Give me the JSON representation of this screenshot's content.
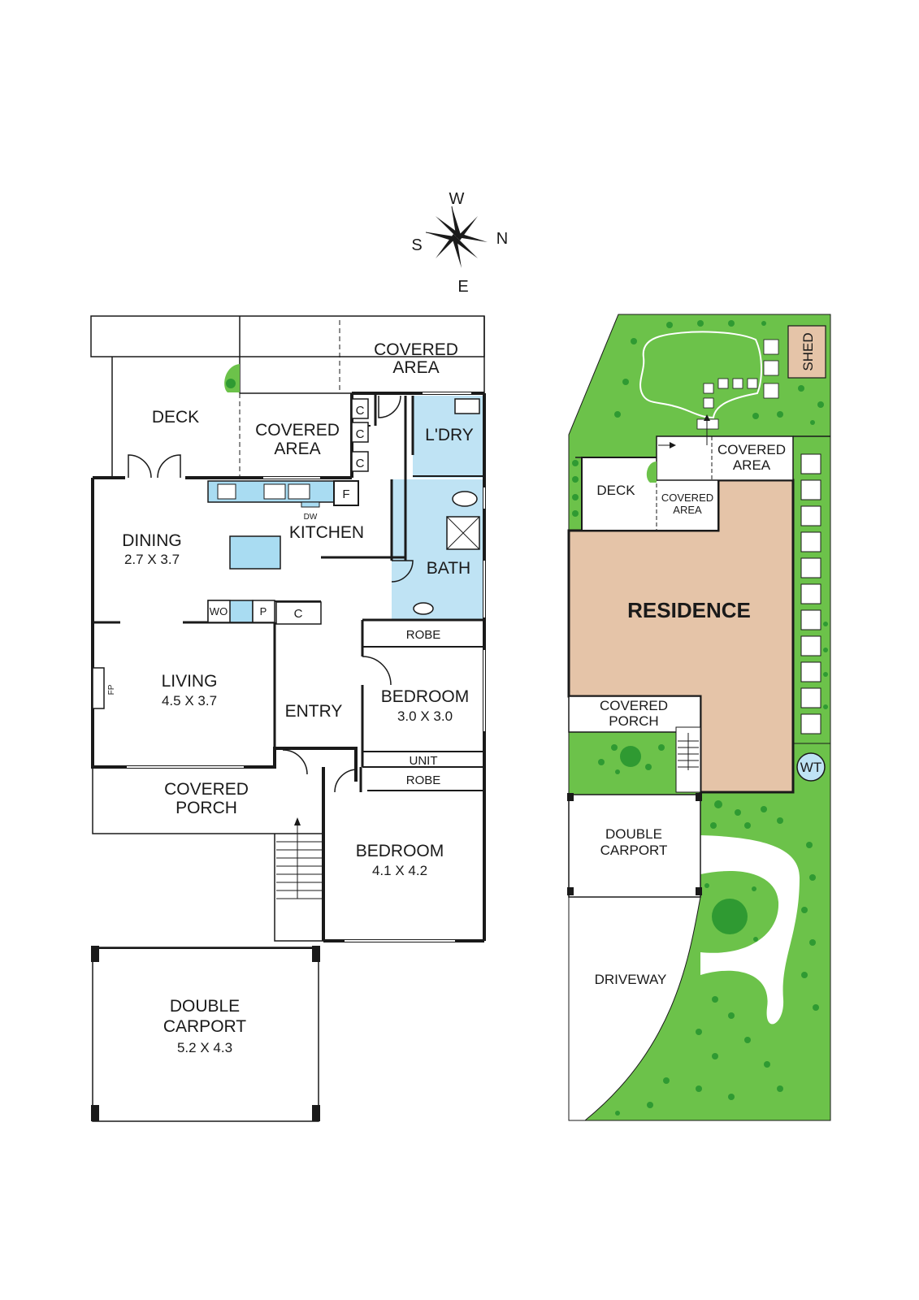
{
  "colors": {
    "wall": "#1a1a1a",
    "wet_area": "#bfe3f4",
    "fixture": "#a9dcf2",
    "garden": "#6cc24a",
    "tree": "#2f9a32",
    "residence": "#e5c4a8",
    "shed": "#e5c4a8"
  },
  "compass": {
    "north": "N",
    "south": "S",
    "east": "E",
    "west": "W",
    "icon": "compass-rose-icon"
  },
  "floor_plan": {
    "deck": "DECK",
    "covered_area_top_1": "COVERED",
    "covered_area_top_2": "AREA",
    "covered_area_mid_1": "COVERED",
    "covered_area_mid_2": "AREA",
    "laundry": "L'DRY",
    "cupboard_c1": "C",
    "cupboard_c2": "C",
    "cupboard_c3": "C",
    "fridge": "F",
    "dishwasher": "DW",
    "kitchen": "KITCHEN",
    "dining": "DINING",
    "dining_dim": "2.7 X 3.7",
    "bath": "BATH",
    "wall_oven": "WO",
    "pantry": "P",
    "cupboard_c4": "C",
    "robe_1": "ROBE",
    "living": "LIVING",
    "living_dim": "4.5 X 3.7",
    "fireplace": "FP",
    "entry": "ENTRY",
    "bedroom_1": "BEDROOM",
    "bedroom_1_dim": "3.0 X 3.0",
    "unit": "UNIT",
    "robe_2": "ROBE",
    "covered_porch_1": "COVERED",
    "covered_porch_2": "PORCH",
    "bedroom_2": "BEDROOM",
    "bedroom_2_dim": "4.1 X 4.2",
    "carport_1": "DOUBLE",
    "carport_2": "CARPORT",
    "carport_dim": "5.2 X 4.3"
  },
  "site_plan": {
    "shed": "SHED",
    "covered_area_1": "COVERED",
    "covered_area_2": "AREA",
    "deck": "DECK",
    "covered_area_small_1": "COVERED",
    "covered_area_small_2": "AREA",
    "residence": "RESIDENCE",
    "covered_porch_1": "COVERED",
    "covered_porch_2": "PORCH",
    "water_tank": "WT",
    "carport_1": "DOUBLE",
    "carport_2": "CARPORT",
    "driveway": "DRIVEWAY"
  }
}
